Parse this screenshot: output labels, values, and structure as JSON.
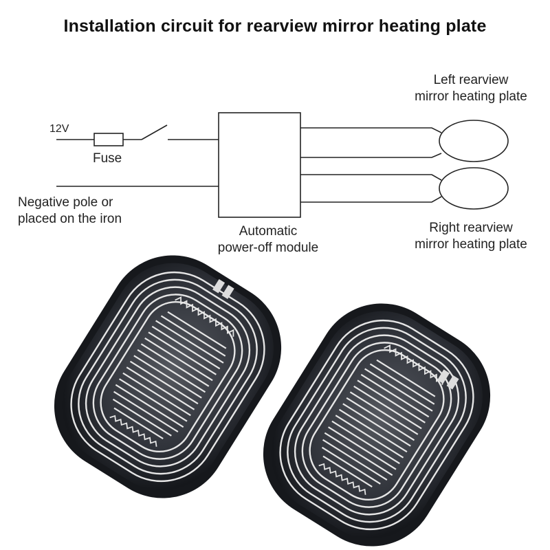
{
  "title": "Installation circuit for rearview mirror heating plate",
  "labels": {
    "voltage": "12V",
    "fuse": "Fuse",
    "negative_line1": "Negative pole or",
    "negative_line2": "placed on the iron",
    "module_line1": "Automatic",
    "module_line2": "power-off module",
    "left_line1": "Left rearview",
    "left_line2": "mirror heating plate",
    "right_line1": "Right rearview",
    "right_line2": "mirror heating plate"
  },
  "colors": {
    "line": "#222222",
    "plate_edge": "#1c1c1c",
    "plate_body": "#3a3d44",
    "trace": "#e8e8e8"
  }
}
